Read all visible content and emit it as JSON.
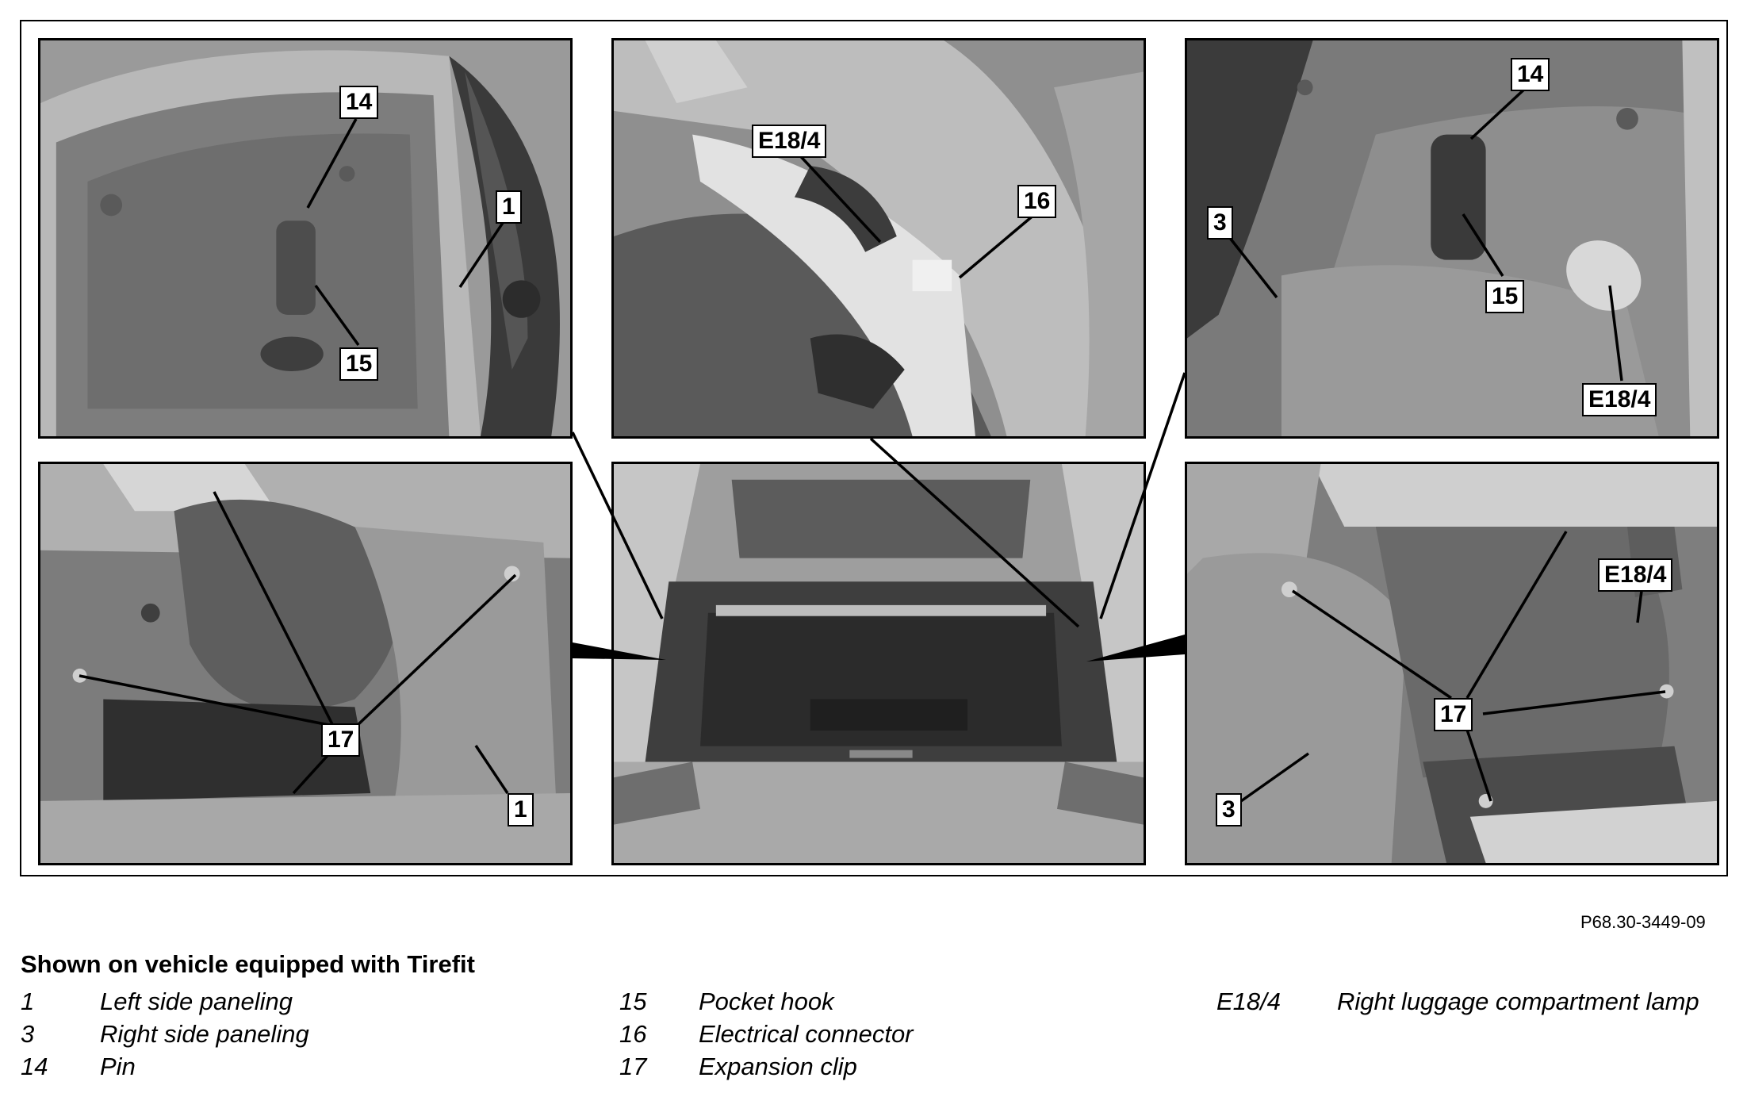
{
  "reference": "P68.30-3449-09",
  "caption": {
    "title": "Shown on vehicle equipped with Tirefit"
  },
  "callouts": {
    "p1": [
      "14",
      "1",
      "15"
    ],
    "p2": [
      "E18/4",
      "16"
    ],
    "p3": [
      "14",
      "3",
      "15",
      "E18/4"
    ],
    "p4": [
      "17",
      "1"
    ],
    "p6": [
      "E18/4",
      "17",
      "3"
    ]
  },
  "legend": [
    {
      "num": "1",
      "text": "Left side paneling"
    },
    {
      "num": "3",
      "text": "Right side paneling"
    },
    {
      "num": "14",
      "text": "Pin"
    },
    {
      "num": "15",
      "text": "Pocket hook"
    },
    {
      "num": "16",
      "text": "Electrical connector"
    },
    {
      "num": "17",
      "text": "Expansion clip"
    },
    {
      "num": "E18/4",
      "text": "Right luggage compartment lamp"
    }
  ],
  "colors": {
    "photo_dark": "#4a4a4a",
    "photo_mid": "#8a8a8a",
    "photo_light": "#c8c8c8",
    "line": "#000000"
  }
}
